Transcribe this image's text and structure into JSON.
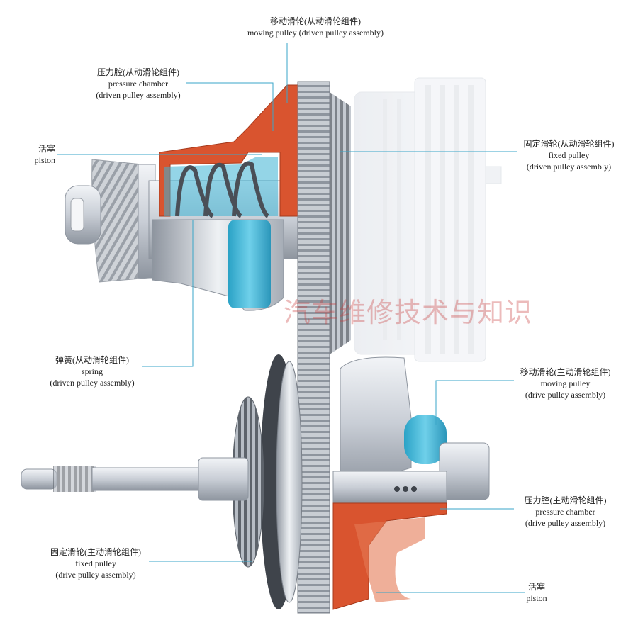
{
  "labels": {
    "moving_driven": {
      "zh": "移动滑轮(从动滑轮组件)",
      "en1": "moving pulley (driven pulley assembly)"
    },
    "pressure_driven": {
      "zh": "压力腔(从动滑轮组件)",
      "en1": "pressure chamber",
      "en2": "(driven pulley assembly)"
    },
    "piston_driven": {
      "zh": "活塞",
      "en1": "piston"
    },
    "fixed_driven": {
      "zh": "固定滑轮(从动滑轮组件)",
      "en1": "fixed pulley",
      "en2": "(driven pulley assembly)"
    },
    "spring_driven": {
      "zh": "弹簧(从动滑轮组件)",
      "en1": "spring",
      "en2": "(driven pulley assembly)"
    },
    "moving_drive": {
      "zh": "移动滑轮(主动滑轮组件)",
      "en1": "moving pulley",
      "en2": "(drive pulley assembly)"
    },
    "pressure_drive": {
      "zh": "压力腔(主动滑轮组件)",
      "en1": "pressure chamber",
      "en2": "(drive pulley assembly)"
    },
    "fixed_drive": {
      "zh": "固定滑轮(主动滑轮组件)",
      "en1": "fixed pulley",
      "en2": "(drive pulley assembly)"
    },
    "piston_drive": {
      "zh": "活塞",
      "en1": "piston"
    }
  },
  "watermark": "汽车维修技术与知识",
  "colors": {
    "leader_line": "#3aa6c8",
    "pressure_oil": "#d9542f",
    "piston_blue": "#3db3d4",
    "metal_light": "#d9dde3",
    "metal_dark": "#8d949e"
  }
}
